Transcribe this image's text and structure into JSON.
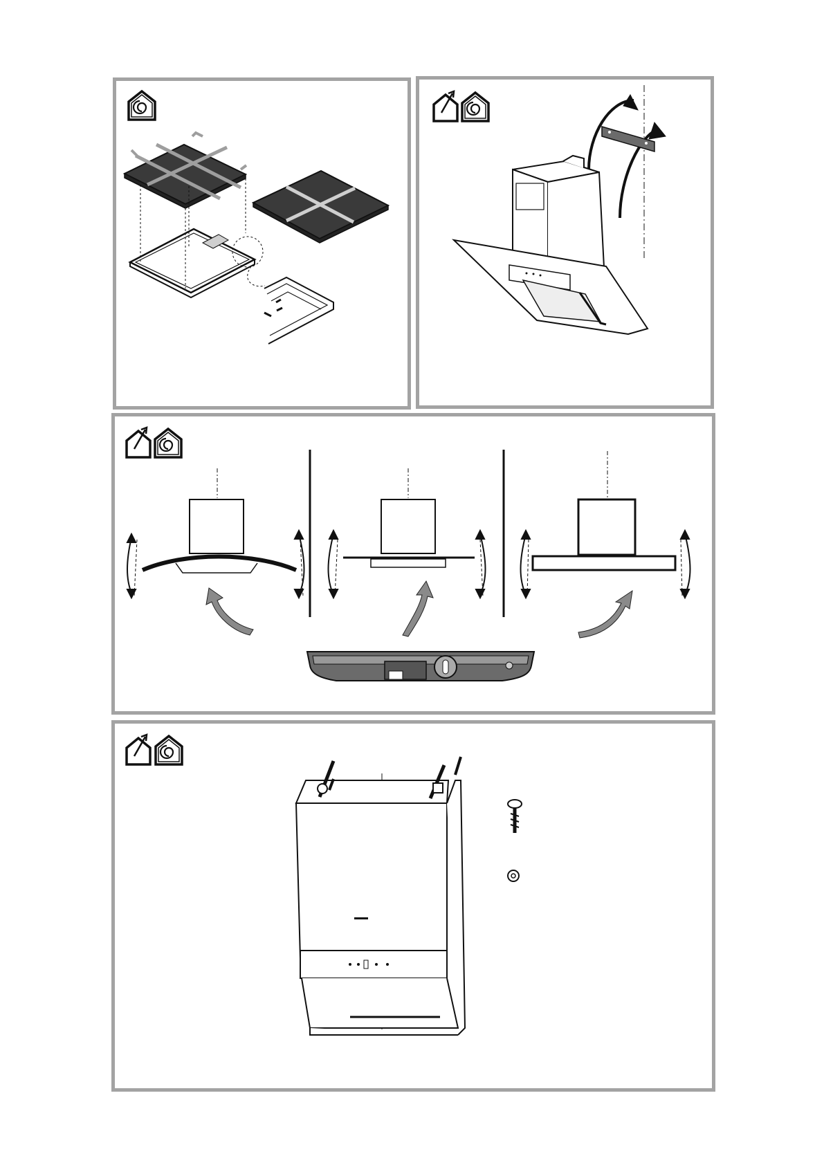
{
  "page": {
    "background": "#ffffff"
  },
  "colors": {
    "panel_border": "#a3a3a3",
    "line": "#111111",
    "filter_dark": "#3a3a3a",
    "strap_grey": "#9e9e9e",
    "arrow_grey": "#8a8a8a",
    "hood_grey": "#6b6b6b"
  },
  "panels": [
    {
      "id": "panel-1",
      "icons": [
        "recirculation-mode-icon"
      ],
      "illustration": "carbon-filter-fitting"
    },
    {
      "id": "panel-2",
      "icons": [
        "extraction-mode-icon",
        "recirculation-mode-icon"
      ],
      "illustration": "chimney-bracket-rotation"
    },
    {
      "id": "panel-3",
      "icons": [
        "extraction-mode-icon",
        "recirculation-mode-icon"
      ],
      "illustration": "hood-levelling-variants"
    },
    {
      "id": "panel-4",
      "icons": [
        "extraction-mode-icon",
        "recirculation-mode-icon"
      ],
      "illustration": "wall-mounting-screws"
    }
  ]
}
